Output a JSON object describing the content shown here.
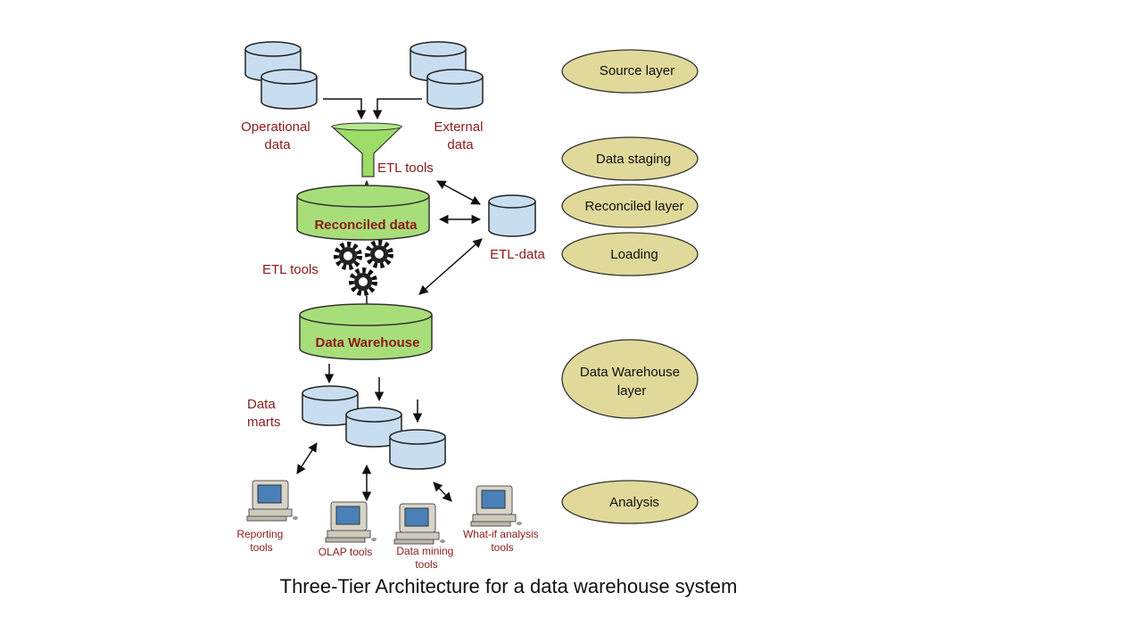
{
  "sources": {
    "operational": [
      "Operational",
      "data"
    ],
    "external": [
      "External",
      "data"
    ]
  },
  "staging": {
    "etl_tools_top": "ETL tools"
  },
  "reconciled": {
    "label": "Reconciled data",
    "etl_tools_bottom": "ETL tools",
    "etl_data": "ETL-data"
  },
  "warehouse": {
    "label": "Data Warehouse"
  },
  "marts": {
    "label": [
      "Data",
      "marts"
    ]
  },
  "tools": {
    "reporting": [
      "Reporting",
      "tools"
    ],
    "olap": [
      "OLAP tools"
    ],
    "mining": [
      "Data mining",
      "tools"
    ],
    "whatif": [
      "What-if analysis",
      "tools"
    ]
  },
  "layers": {
    "source": "Source layer",
    "staging": "Data staging",
    "reconciled": "Reconciled layer",
    "loading": "Loading",
    "warehouse": [
      "Data Warehouse",
      "layer"
    ],
    "analysis": "Analysis"
  },
  "caption": "Three-Tier Architecture for a data warehouse system",
  "colors": {
    "db_fill": "#c9ddf0",
    "green": "#a8de7a",
    "funnel": "#9ddc67",
    "ellipse": "#e0d99a",
    "label_red": "#8b1a1a"
  }
}
